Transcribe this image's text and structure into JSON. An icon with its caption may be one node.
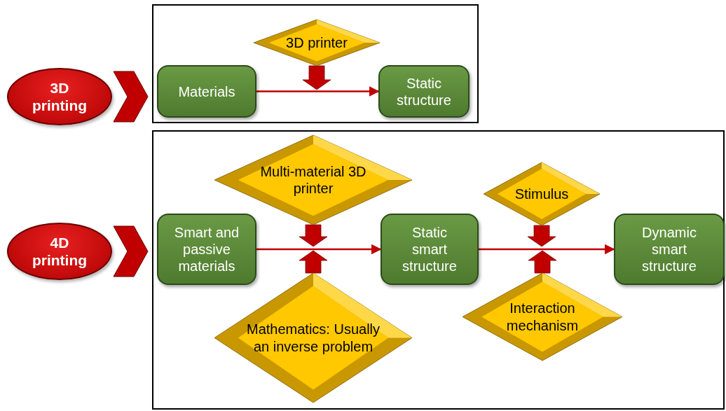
{
  "diagram": {
    "nodes": [
      {
        "text": [],
        "shape": "box"
      },
      {
        "text": [
          "3D printing"
        ]
      },
      {
        "text": [
          "Materials"
        ],
        "in": 0
      },
      {
        "text": [
          "3D printer"
        ],
        "in": 0
      },
      {
        "text": [
          "Static structure"
        ],
        "in": 0
      },
      {
        "text": [],
        "shape": "box"
      },
      {
        "text": [
          "4D printing"
        ]
      },
      {
        "text": [
          "Multi-material 3D printer"
        ],
        "in": 5
      },
      {
        "text": [
          "Smart and passive materials"
        ],
        "in": 5
      },
      {
        "text": [
          "Static smart structure"
        ],
        "in": 5
      },
      {
        "text": [
          "Stimulus"
        ],
        "in": 5
      },
      {
        "text": [
          "Dynamic smart structure"
        ],
        "in": 5
      },
      {
        "text": [
          "Mathematics: Usually an inverse problem"
        ],
        "in": 5
      },
      {
        "text": [
          "Interaction mechanism"
        ],
        "in": 5
      }
    ],
    "edges": [
      {
        "from": 1,
        "to": 0,
        "arrow": "to",
        "style": "thick"
      },
      {
        "from": 2,
        "to": 4,
        "arrow": "to"
      },
      {
        "from": 3,
        "to": null,
        "arrow": "to",
        "style": "thick"
      },
      {
        "from": 6,
        "to": 5,
        "arrow": "to",
        "style": "thick"
      },
      {
        "from": 8,
        "to": 9,
        "arrow": "to"
      },
      {
        "from": 9,
        "to": 11,
        "arrow": "to"
      },
      {
        "from": 7,
        "to": null,
        "arrow": "to",
        "style": "thick"
      },
      {
        "from": 12,
        "to": null,
        "arrow": "to",
        "style": "thick"
      },
      {
        "from": 10,
        "to": null,
        "arrow": "to",
        "style": "thick"
      },
      {
        "from": 13,
        "to": null,
        "arrow": "to",
        "style": "thick"
      }
    ]
  }
}
